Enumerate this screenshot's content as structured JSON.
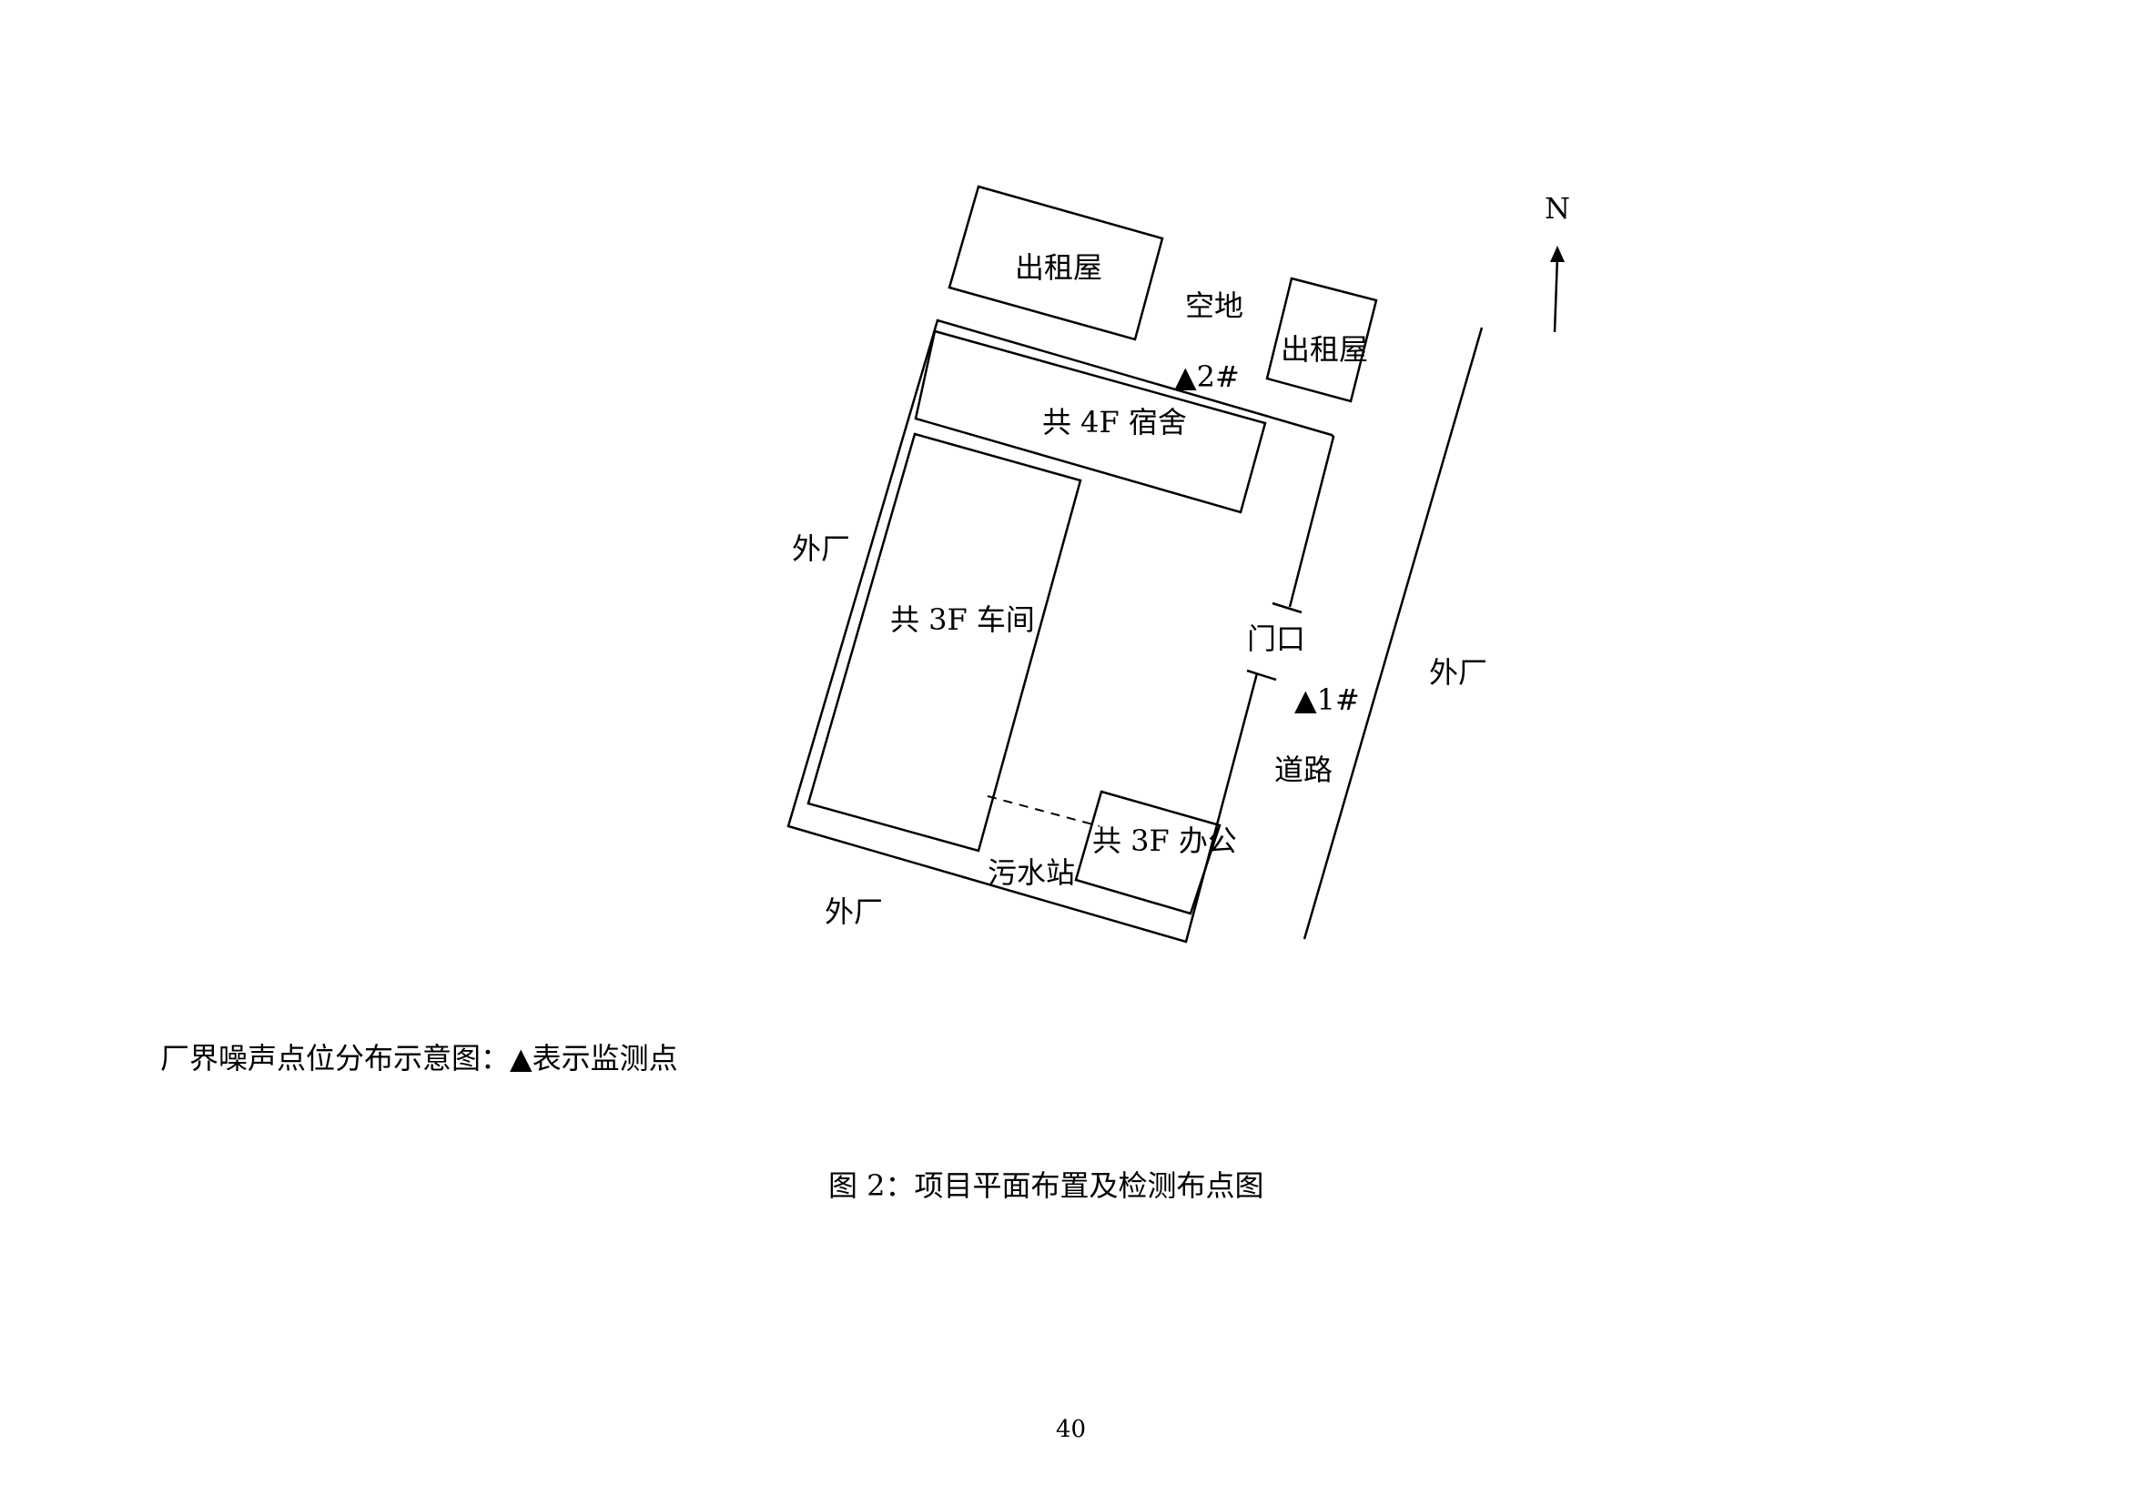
{
  "diagram": {
    "labels": {
      "rental_house_top": "出租屋",
      "rental_house_right": "出租屋",
      "open_space": "空地",
      "dormitory": "共 4F 宿舍",
      "workshop": "共 3F 车间",
      "office": "共 3F 办公",
      "sewage_station": "污水站",
      "gate": "门口",
      "road": "道路",
      "outside_factory_left": "外厂",
      "outside_factory_bottom": "外厂",
      "outside_factory_right": "外厂",
      "north": "N"
    },
    "monitoring_points": [
      {
        "id": "point-2",
        "label": "▲2#"
      },
      {
        "id": "point-1",
        "label": "▲1#"
      }
    ]
  },
  "legend_note": "厂界噪声点位分布示意图：▲表示监测点",
  "figure_caption": "图 2：项目平面布置及检测布点图",
  "page_number": "40"
}
